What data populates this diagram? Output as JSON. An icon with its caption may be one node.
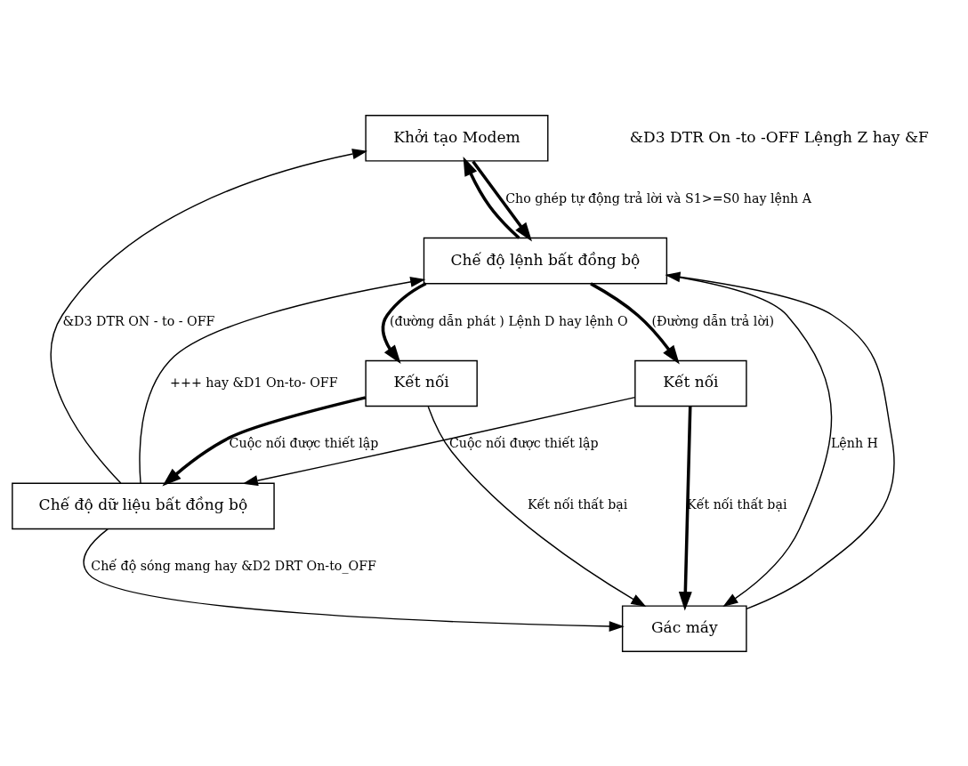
{
  "diagram": {
    "nodes": [
      {
        "text": [
          "Khởi tạo Modem"
        ]
      },
      {
        "text": [
          "Chế độ lệnh bất đồng bộ"
        ]
      },
      {
        "text": [
          "Gác máy"
        ]
      },
      {
        "text": [
          "Kết nối"
        ]
      },
      {
        "text": [
          "Kết nối"
        ]
      },
      {
        "text": [
          "Chế độ dữ liệu bất đồng bộ"
        ]
      }
    ],
    "edges": [
      {
        "from": 0,
        "to": 1,
        "arrow": "to",
        "label": "Cho ghép tự động trả lời và S1>=S0 hay lệnh A",
        "style": "thick"
      },
      {
        "from": 1,
        "to": 0,
        "arrow": "to",
        "style": "thick"
      },
      {
        "from": 1,
        "to": 4,
        "arrow": "to",
        "label": "(Đường dẫn trả lời)",
        "style": "thick"
      },
      {
        "from": 1,
        "to": 3,
        "arrow": "to",
        "label": "(đường dẫn phát ) Lệnh D hay lệnh O",
        "style": "thick"
      },
      {
        "from": 1,
        "to": 2,
        "arrow": "to",
        "label": "Lệnh H"
      },
      {
        "from": 2,
        "to": 1,
        "arrow": "to"
      },
      {
        "from": 3,
        "to": 2,
        "arrow": "to",
        "label": "Kết nối thất bại"
      },
      {
        "from": 3,
        "to": 5,
        "arrow": "to",
        "label": "Cuộc nối được thiết lập",
        "style": "thick"
      },
      {
        "from": 4,
        "to": 5,
        "arrow": "to",
        "label": "Cuộc nối được thiết lập"
      },
      {
        "from": 5,
        "to": 2,
        "arrow": "to",
        "label": "Chế độ sóng mang hay &D2 DRT On-to_OFF"
      },
      {
        "from": 5,
        "to": 1,
        "arrow": "to",
        "label": "+++ hay &D1 On-to- OFF"
      },
      {
        "from": 5,
        "to": 0,
        "arrow": "to",
        "label": "&D3 DTR ON - to - OFF"
      },
      {
        "from": 4,
        "to": 2,
        "arrow": "to",
        "label": "Kết nối thất bại",
        "style": "thick"
      }
    ],
    "labels": [
      "&D3 DTR On -to -OFF Lệngh Z hay &F"
    ]
  }
}
